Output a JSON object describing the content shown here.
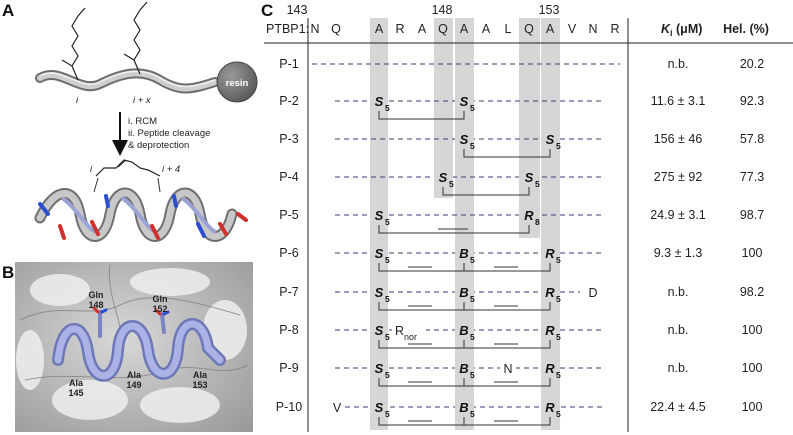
{
  "panels": {
    "a": "A",
    "b": "B",
    "c": "C"
  },
  "panel_a": {
    "resin": "resin",
    "i": "i",
    "ix": "i + x",
    "step1": "i. RCM",
    "step2": "ii. Peptide cleavage",
    "step3": "& deprotection",
    "i2": "i",
    "i4": "i + 4"
  },
  "panel_b": {
    "labels": [
      {
        "name": "Gln",
        "num": "148"
      },
      {
        "name": "Gln",
        "num": "152"
      },
      {
        "name": "Ala",
        "num": "145"
      },
      {
        "name": "Ala",
        "num": "149"
      },
      {
        "name": "Ala",
        "num": "153"
      }
    ]
  },
  "panel_c": {
    "header_label": "PTBP1:",
    "positions": [
      "143",
      "148",
      "153"
    ],
    "sequence": [
      "N",
      "Q",
      "A",
      "R",
      "A",
      "Q",
      "A",
      "A",
      "L",
      "Q",
      "A",
      "V",
      "N",
      "R"
    ],
    "col_ki": "K",
    "col_ki_sub": "i",
    "col_ki_unit": " (μM)",
    "col_hel": "Hel. (%)",
    "rows": [
      {
        "name": "P-1",
        "ki": "n.b.",
        "hel": "20.2"
      },
      {
        "name": "P-2",
        "ki": "11.6 ± 3.1",
        "hel": "92.3"
      },
      {
        "name": "P-3",
        "ki": "156 ± 46",
        "hel": "57.8"
      },
      {
        "name": "P-4",
        "ki": "275 ± 92",
        "hel": "77.3"
      },
      {
        "name": "P-5",
        "ki": "24.9 ± 3.1",
        "hel": "98.7"
      },
      {
        "name": "P-6",
        "ki": "9.3 ± 1.3",
        "hel": "100"
      },
      {
        "name": "P-7",
        "ki": "n.b.",
        "hel": "98.2"
      },
      {
        "name": "P-8",
        "ki": "n.b.",
        "hel": "100"
      },
      {
        "name": "P-9",
        "ki": "n.b.",
        "hel": "100"
      },
      {
        "name": "P-10",
        "ki": "22.4 ± 4.5",
        "hel": "100"
      }
    ],
    "residues": {
      "S": "S",
      "S_sub": "5",
      "R": "R",
      "R5_sub": "5",
      "R8_sub": "8",
      "B": "B",
      "B_sub": "5",
      "p7_D": "D",
      "p8_R": "R",
      "p8_R_sub": "nor",
      "p9_N": "N",
      "p10_V": "V"
    }
  }
}
